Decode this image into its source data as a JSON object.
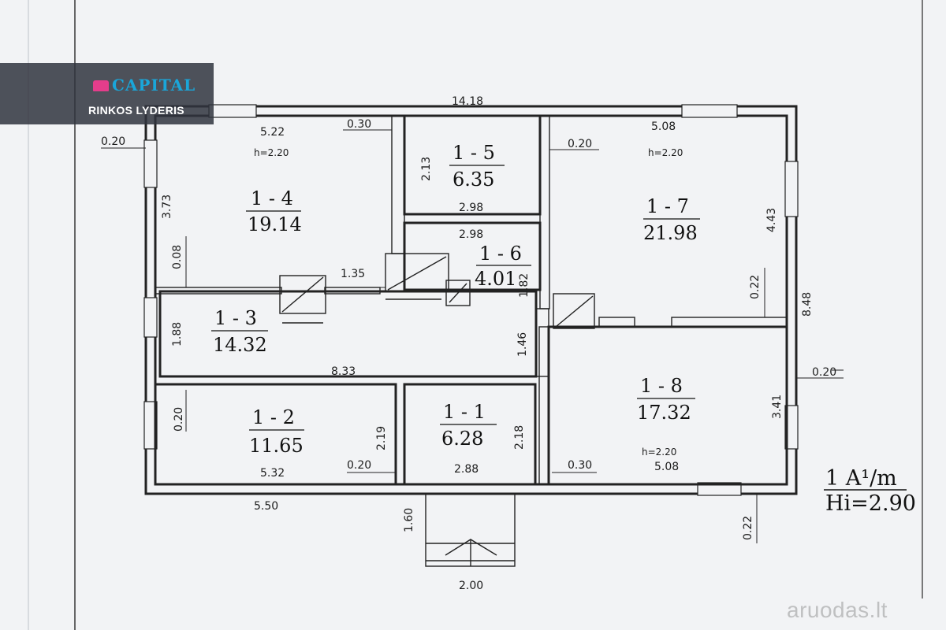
{
  "branding": {
    "logo_text": "CAPITAL",
    "tagline": "RINKOS LYDERIS",
    "watermark": "aruodas.lt",
    "colors": {
      "logo_text": "#1aa6d9",
      "logo_house": "#e43d8b",
      "logo_panel": "#30343e"
    }
  },
  "plan": {
    "rooms": [
      {
        "id": "1 - 1",
        "area": "6.28"
      },
      {
        "id": "1 - 2",
        "area": "11.65"
      },
      {
        "id": "1 - 3",
        "area": "14.32"
      },
      {
        "id": "1 - 4",
        "area": "19.14"
      },
      {
        "id": "1 - 5",
        "area": "6.35"
      },
      {
        "id": "1 - 6",
        "area": "4.01"
      },
      {
        "id": "1 - 7",
        "area": "21.98"
      },
      {
        "id": "1 - 8",
        "area": "17.32"
      }
    ],
    "dimensions": {
      "top_total": "14.18",
      "r4_width": "5.22",
      "r4_wall": "0.30",
      "r4_height": "3.73",
      "left_wall": "0.20",
      "r4_ceiling": "h=2.20",
      "r4_gap": "0.08",
      "r5_height": "2.13",
      "r5_width": "2.98",
      "r5_wall": "0.20",
      "r6_width": "2.98",
      "r6_height": "1.82",
      "corridor_gap": "1.35",
      "r7_width": "5.08",
      "r7_ceiling": "h=2.20",
      "r7_height": "4.43",
      "r7_wall": "0.22",
      "total_depth": "8.48",
      "r3_height": "1.88",
      "r3_width": "8.33",
      "r3_gap": "1.46",
      "r2_wall": "0.20",
      "r2_height": "2.19",
      "r2_width": "5.32",
      "r2_inner": "0.20",
      "bottom_left": "5.50",
      "r1_width": "2.88",
      "r1_height": "2.18",
      "r8_right_wall": "0.20",
      "r8_height": "3.41",
      "r8_ceiling": "h=2.20",
      "r8_wall": "0.30",
      "r8_width": "5.08",
      "bottom_wall": "0.22",
      "porch_depth": "1.60",
      "porch_width": "2.00"
    },
    "legend_line1": "1 A¹/m",
    "legend_line2": "Hi=2.90"
  }
}
